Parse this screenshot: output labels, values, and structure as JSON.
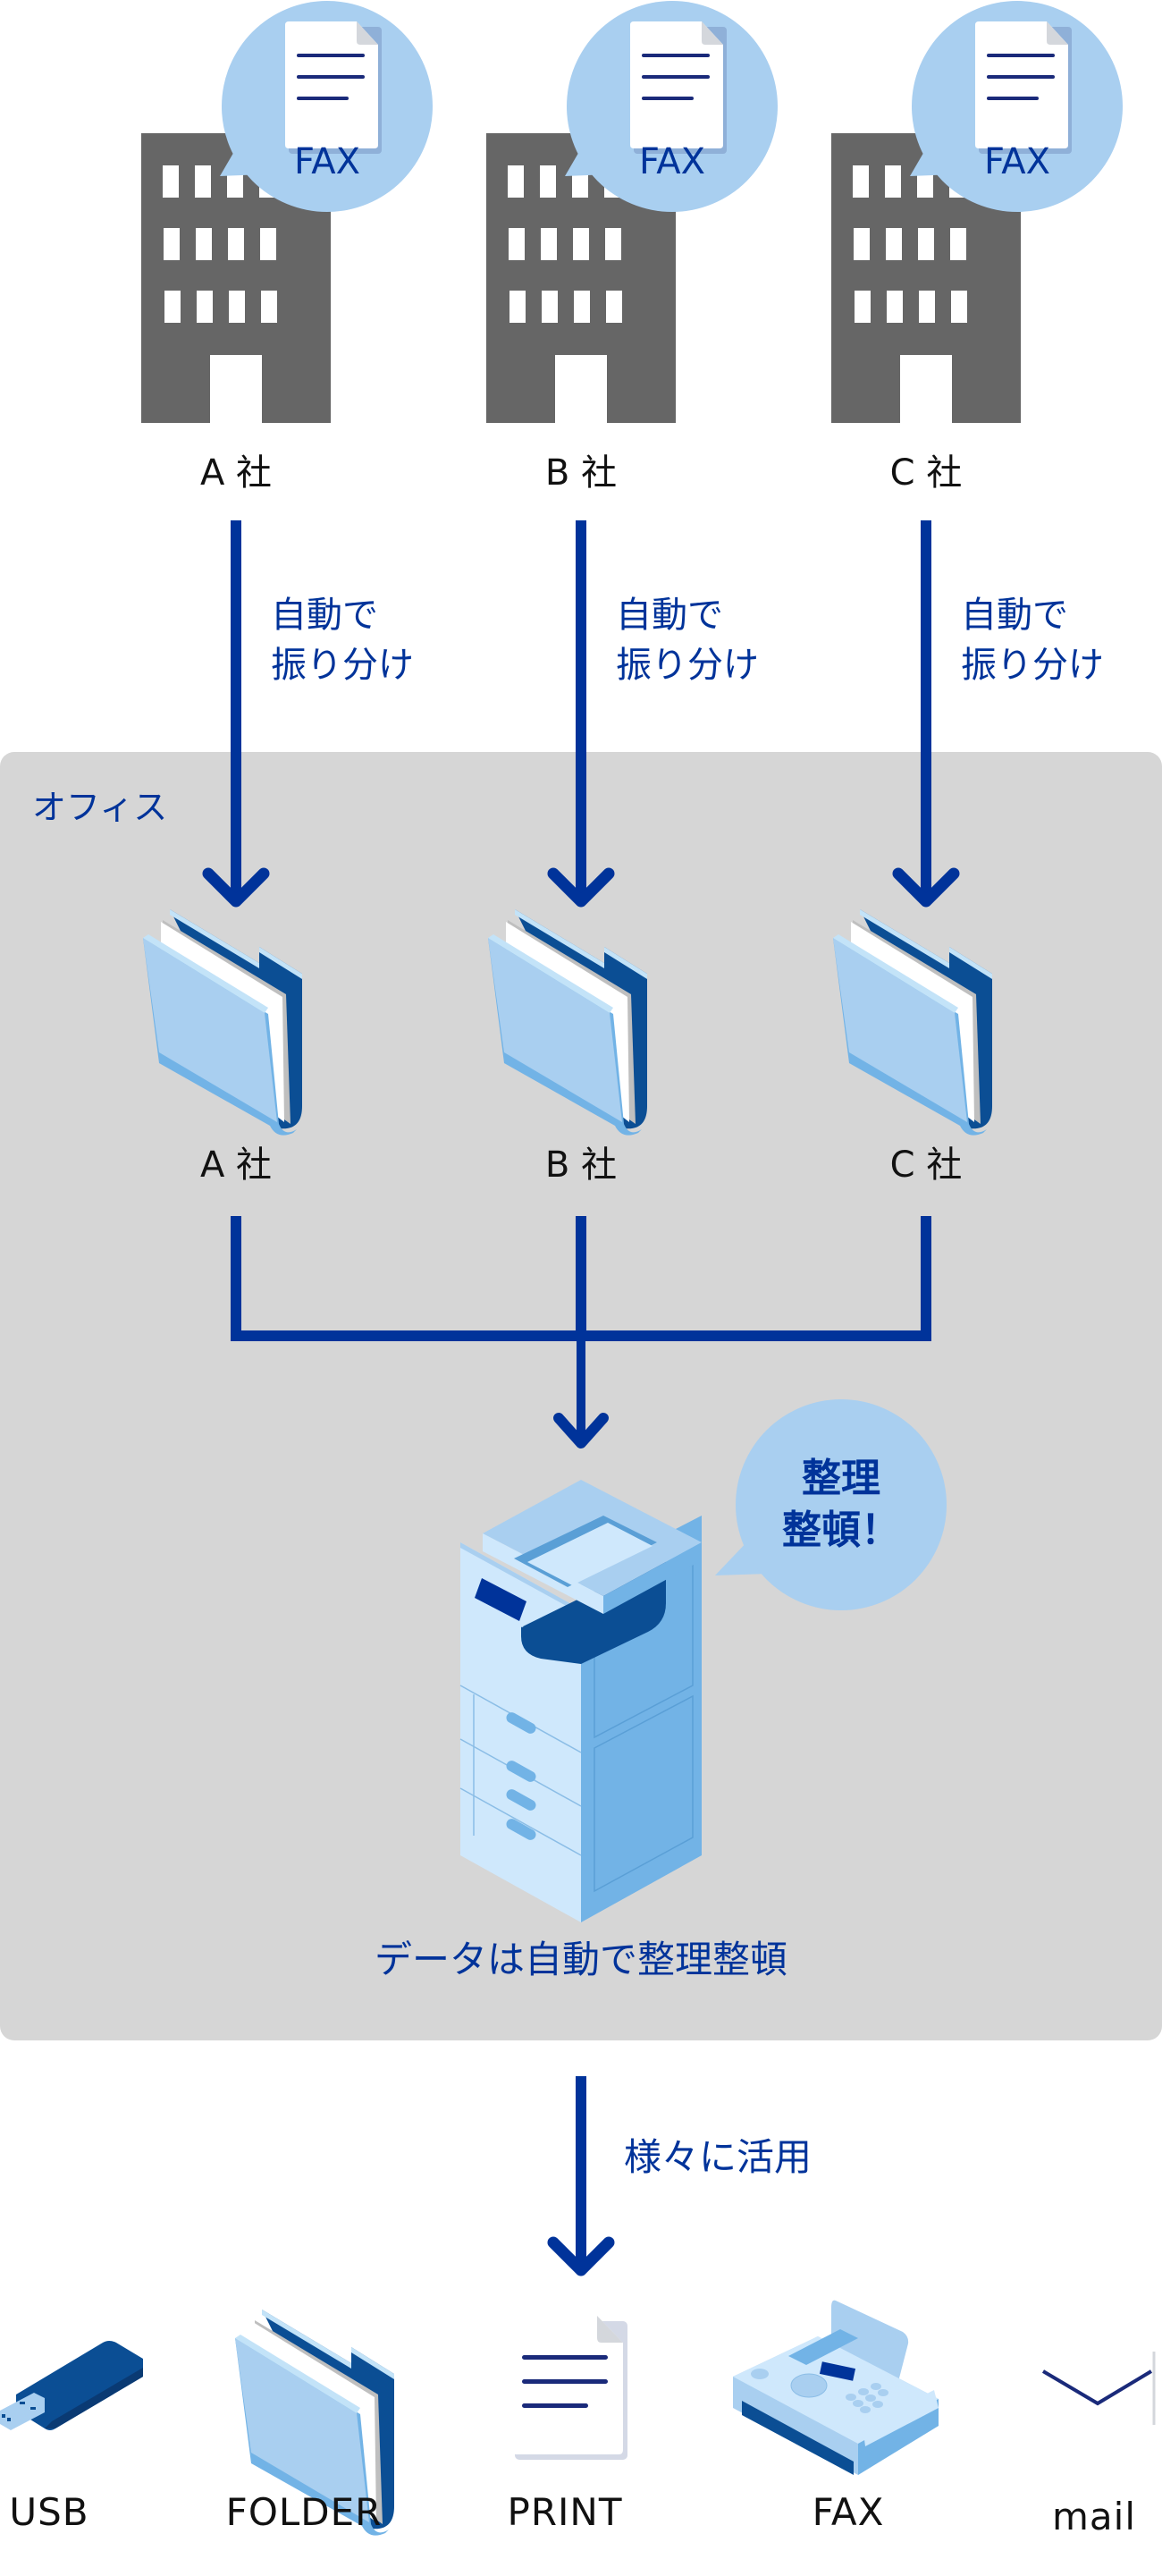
{
  "colors": {
    "accent_blue": "#00339a",
    "building_gray": "#666666",
    "bubble_light_blue": "#a9cff0",
    "panel_gray": "#d6d6d6"
  },
  "companies": [
    {
      "label": "A 社",
      "fax_label": "FAX",
      "route_line1": "自動で",
      "route_line2": "振り分け",
      "folder_label": "A 社"
    },
    {
      "label": "B 社",
      "fax_label": "FAX",
      "route_line1": "自動で",
      "route_line2": "振り分け",
      "folder_label": "B 社"
    },
    {
      "label": "C 社",
      "fax_label": "FAX",
      "route_line1": "自動で",
      "route_line2": "振り分け",
      "folder_label": "C 社"
    }
  ],
  "office": {
    "title": "オフィス",
    "bubble_line1": "整理",
    "bubble_line2": "整頓！",
    "caption": "データは自動で整理整頓"
  },
  "usage": {
    "label": "様々に活用",
    "outputs": [
      {
        "label": "USB",
        "icon": "usb-drive-icon"
      },
      {
        "label": "FOLDER",
        "icon": "folder-icon"
      },
      {
        "label": "PRINT",
        "icon": "document-icon"
      },
      {
        "label": "FAX",
        "icon": "fax-machine-icon"
      },
      {
        "label": "mail",
        "icon": "envelope-icon"
      }
    ]
  }
}
